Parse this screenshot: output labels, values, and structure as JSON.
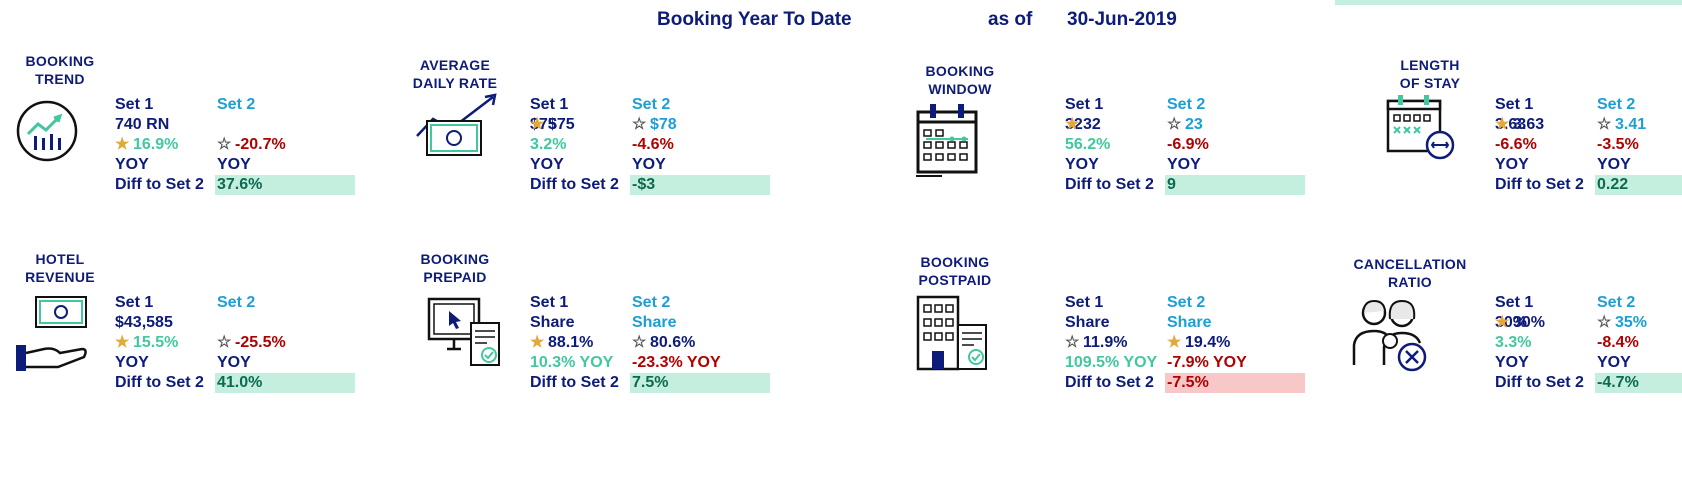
{
  "header": {
    "title": "Booking Year To Date",
    "as_of_label": "as of",
    "date": "30-Jun-2019"
  },
  "labels": {
    "set1": "Set 1",
    "set2": "Set 2",
    "yoy": "YOY",
    "diff": "Diff to Set 2",
    "share": "Share"
  },
  "tiles": [
    {
      "id": "booking-trend",
      "title": [
        "BOOKING",
        "TREND"
      ],
      "icon": "trend-chart-icon",
      "set1": {
        "value": "740 RN",
        "star": "gold",
        "sub": "16.9%",
        "sub_color": "green",
        "yoy": "YOY"
      },
      "set2": {
        "value": "",
        "star": "hollow",
        "sub": "-20.7%",
        "sub_color": "red",
        "yoy": "YOY"
      },
      "diff": "37.6%",
      "diff_tone": "pos"
    },
    {
      "id": "average-daily-rate",
      "title": [
        "AVERAGE",
        "DAILY RATE"
      ],
      "icon": "money-growth-icon",
      "set1": {
        "value": "$75",
        "star": "gold",
        "sub": "3.2%",
        "sub_color": "green",
        "yoy": "YOY"
      },
      "set2": {
        "value": "$78",
        "star": "hollow",
        "sub": "-4.6%",
        "sub_color": "red",
        "yoy": "YOY"
      },
      "diff": "-$3",
      "diff_tone": "pos"
    },
    {
      "id": "booking-window",
      "title": [
        "BOOKING",
        "WINDOW"
      ],
      "icon": "calendar-icon",
      "set1": {
        "value": "32",
        "star": "gold",
        "sub": "56.2%",
        "sub_color": "green",
        "yoy": "YOY"
      },
      "set2": {
        "value": "23",
        "star": "hollow",
        "sub": "-6.9%",
        "sub_color": "red",
        "yoy": "YOY"
      },
      "diff": "9",
      "diff_tone": "pos"
    },
    {
      "id": "length-of-stay",
      "title": [
        "LENGTH",
        "OF STAY"
      ],
      "icon": "calendar-duration-icon",
      "set1": {
        "value": "3.63",
        "star": "gold",
        "sub": "-6.6%",
        "sub_color": "red",
        "yoy": "YOY"
      },
      "set2": {
        "value": "3.41",
        "star": "hollow",
        "sub": "-3.5%",
        "sub_color": "red",
        "yoy": "YOY"
      },
      "diff": "0.22",
      "diff_tone": "pos"
    },
    {
      "id": "hotel-revenue",
      "title": [
        "HOTEL",
        "REVENUE"
      ],
      "icon": "hand-money-icon",
      "set1": {
        "value": "$43,585",
        "star": "gold",
        "sub": "15.5%",
        "sub_color": "green",
        "yoy": "YOY"
      },
      "set2": {
        "value": "",
        "star": "hollow",
        "sub": "-25.5%",
        "sub_color": "red",
        "yoy": "YOY"
      },
      "diff": "41.0%",
      "diff_tone": "pos"
    },
    {
      "id": "booking-prepaid",
      "title": [
        "BOOKING",
        "PREPAID"
      ],
      "icon": "online-receipt-icon",
      "set1": {
        "value": "Share",
        "star": "gold",
        "sub": "88.1%",
        "sub_color": "navy",
        "yoy": "10.3% YOY",
        "yoy_color": "green"
      },
      "set2": {
        "value": "Share",
        "star": "hollow",
        "sub": "80.6%",
        "sub_color": "navy",
        "yoy": "-23.3% YOY",
        "yoy_color": "red"
      },
      "diff": "7.5%",
      "diff_tone": "pos"
    },
    {
      "id": "booking-postpaid",
      "title": [
        "BOOKING",
        "POSTPAID"
      ],
      "icon": "hotel-receipt-icon",
      "set1": {
        "value": "Share",
        "star": "hollow",
        "sub": "11.9%",
        "sub_color": "navy",
        "yoy": "109.5% YOY",
        "yoy_color": "green"
      },
      "set2": {
        "value": "Share",
        "star": "gold",
        "sub": "19.4%",
        "sub_color": "navy",
        "yoy": "-7.9% YOY",
        "yoy_color": "red"
      },
      "diff": "-7.5%",
      "diff_tone": "neg"
    },
    {
      "id": "cancellation-ratio",
      "title": [
        "CANCELLATION",
        "RATIO"
      ],
      "icon": "cancel-people-icon",
      "set1": {
        "value": "30%",
        "star": "gold",
        "sub": "3.3%",
        "sub_color": "green",
        "yoy": "YOY"
      },
      "set2": {
        "value": "35%",
        "star": "hollow",
        "sub": "-8.4%",
        "sub_color": "red",
        "yoy": "YOY"
      },
      "diff": "-4.7%",
      "diff_tone": "pos"
    }
  ]
}
